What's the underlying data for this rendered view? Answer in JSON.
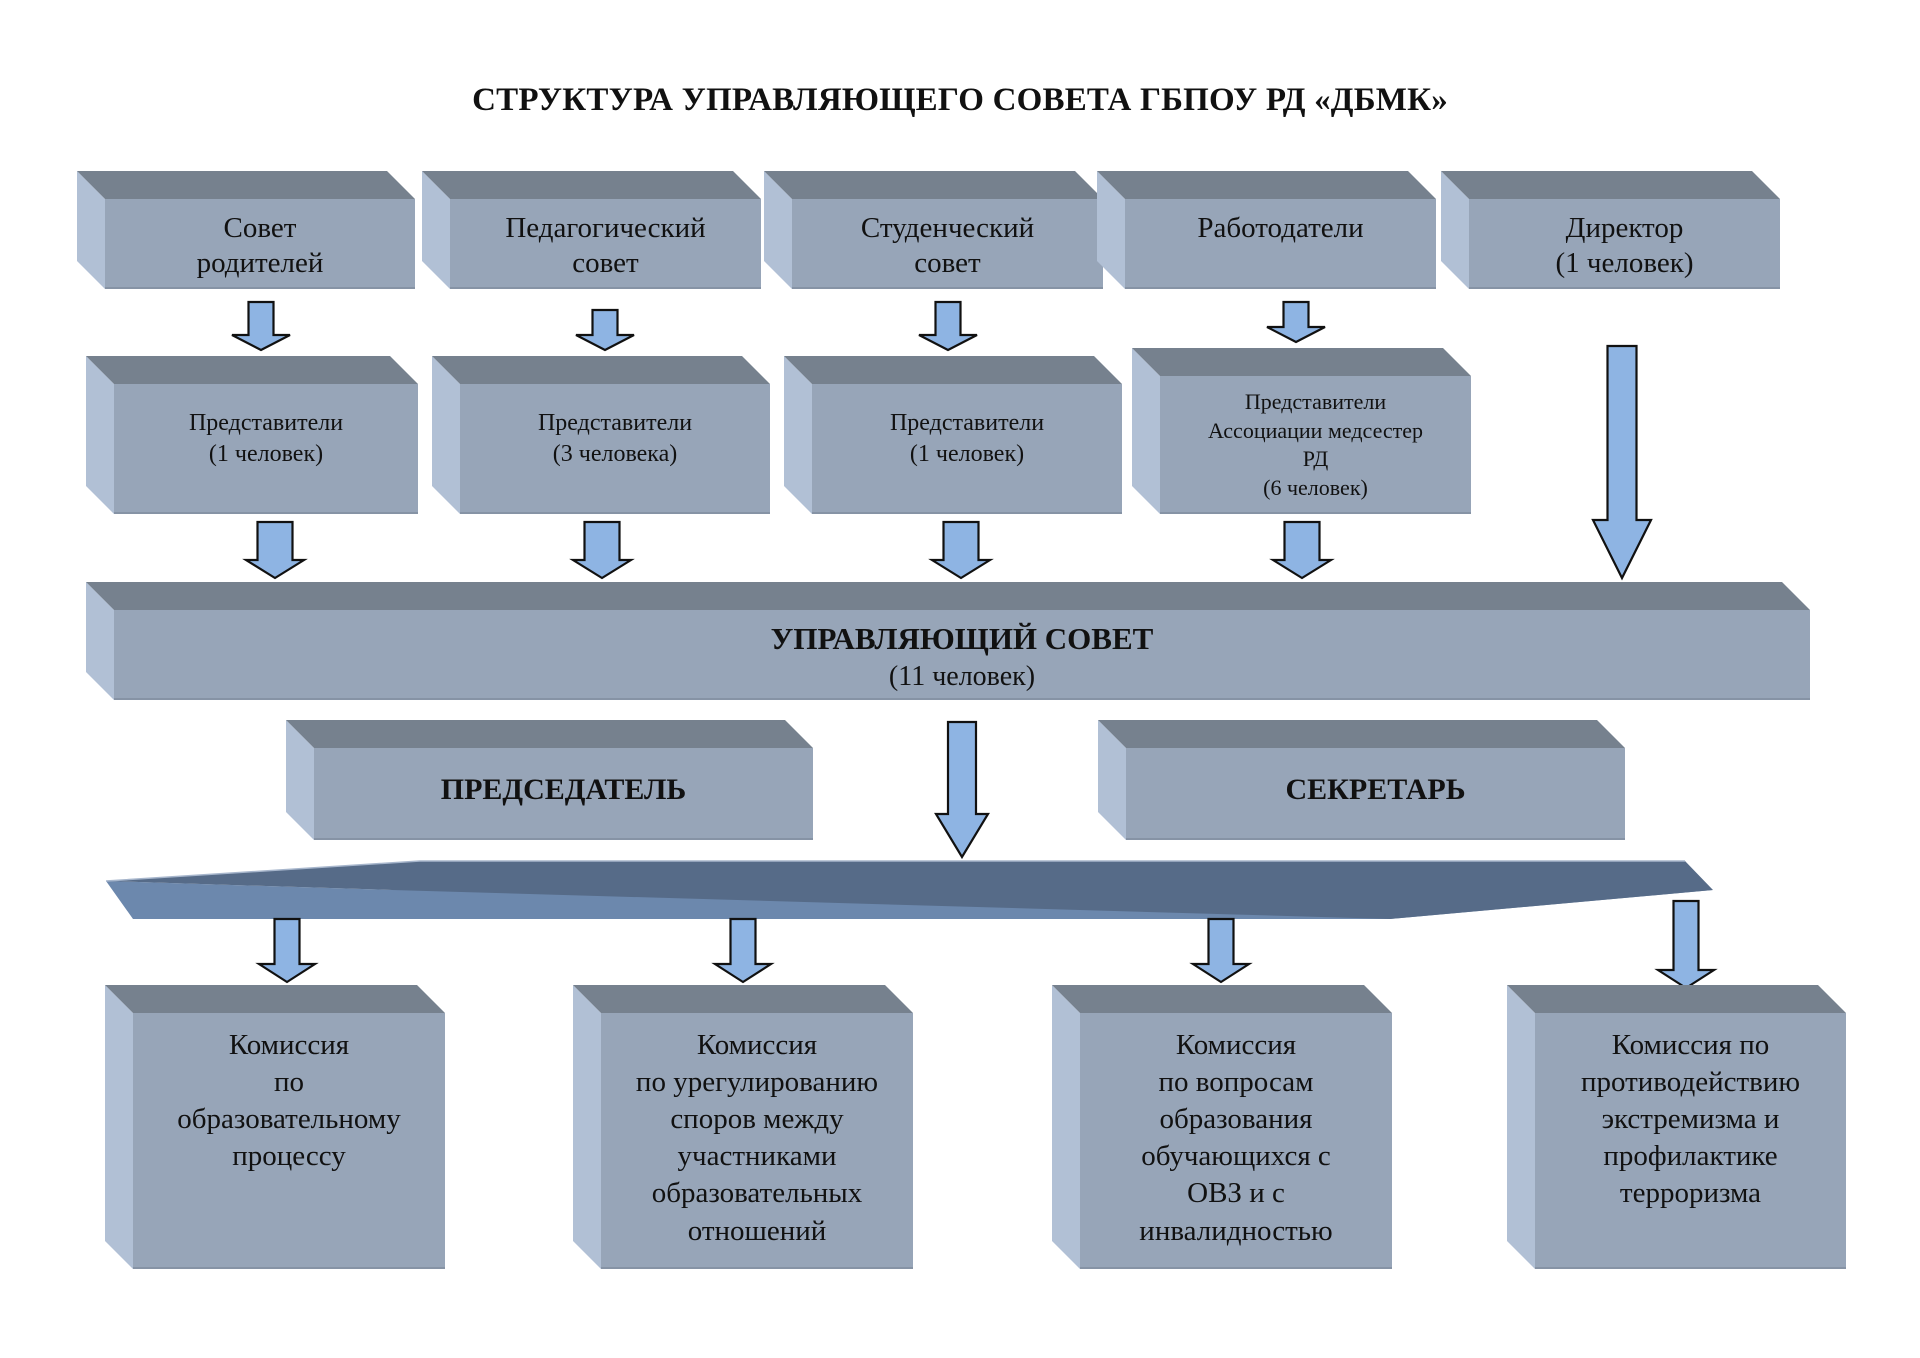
{
  "title": "СТРУКТУРА УПРАВЛЯЮЩЕГО СОВЕТА ГБПОУ РД «ДБМК»",
  "colors": {
    "box_front": "#97a5b8",
    "box_top": "#76818e",
    "box_side": "#b1c0d5",
    "arrow_fill": "#8eb4e3",
    "arrow_stroke": "#111111",
    "platform_top": "#566b88",
    "platform_front": "#6c88ad",
    "text": "#111111"
  },
  "sources": [
    {
      "label_lines": [
        "Совет",
        "родителей"
      ]
    },
    {
      "label_lines": [
        "Педагогический",
        "совет"
      ]
    },
    {
      "label_lines": [
        "Студенческий",
        "совет"
      ]
    },
    {
      "label_lines": [
        "Работодатели"
      ]
    },
    {
      "label_lines": [
        "Директор",
        "(1 человек)"
      ]
    }
  ],
  "representatives": [
    {
      "label_lines": [
        "Представители",
        "(1 человек)"
      ]
    },
    {
      "label_lines": [
        "Представители",
        "(3 человека)"
      ]
    },
    {
      "label_lines": [
        "Представители",
        "(1 человек)"
      ]
    },
    {
      "label_lines": [
        "Представители",
        "Ассоциации медсестер",
        "РД",
        "(6 человек)"
      ]
    }
  ],
  "council": {
    "name": "УПРАВЛЯЮЩИЙ СОВЕТ",
    "size": "(11 человек)"
  },
  "chairman": "ПРЕДСЕДАТЕЛЬ",
  "secretary": "СЕКРЕТАРЬ",
  "commissions": [
    {
      "label_lines": [
        "Комиссия",
        "по",
        "образовательному",
        "процессу"
      ]
    },
    {
      "label_lines": [
        "Комиссия",
        "по урегулированию",
        "споров между",
        "участниками",
        "образовательных",
        "отношений"
      ]
    },
    {
      "label_lines": [
        "Комиссия",
        "по вопросам",
        "образования",
        "обучающихся с",
        "ОВЗ и с",
        "инвалидностью"
      ]
    },
    {
      "label_lines": [
        "Комиссия по",
        "противодействию",
        "экстремизма и",
        "профилактике",
        "терроризма"
      ]
    }
  ]
}
